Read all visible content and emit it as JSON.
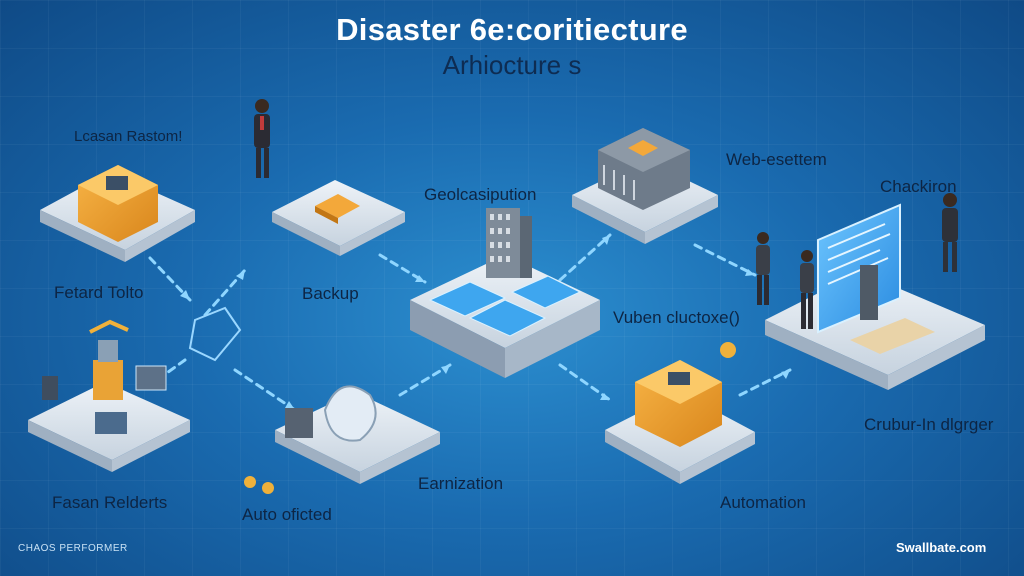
{
  "title": "Disaster 6e:coritiecture",
  "subtitle": "Arhiocture s",
  "labels": {
    "top_left": "Lcasan Rastom!",
    "backup": "Backup",
    "fetard": "Fetard Tolto",
    "geo": "Geolcasipution",
    "web": "Web-esettem",
    "checkinon": "Chackiron",
    "vuben": "Vuben cluctoxe()",
    "fasan": "Fasan Relderts",
    "auto": "Auto oficted",
    "earnization": "Earnization",
    "automation": "Automation",
    "cruburin": "Crubur-In dlgrger"
  },
  "footer": {
    "left": "CHAOS PERFORMER",
    "right": "Swallbate.com"
  }
}
